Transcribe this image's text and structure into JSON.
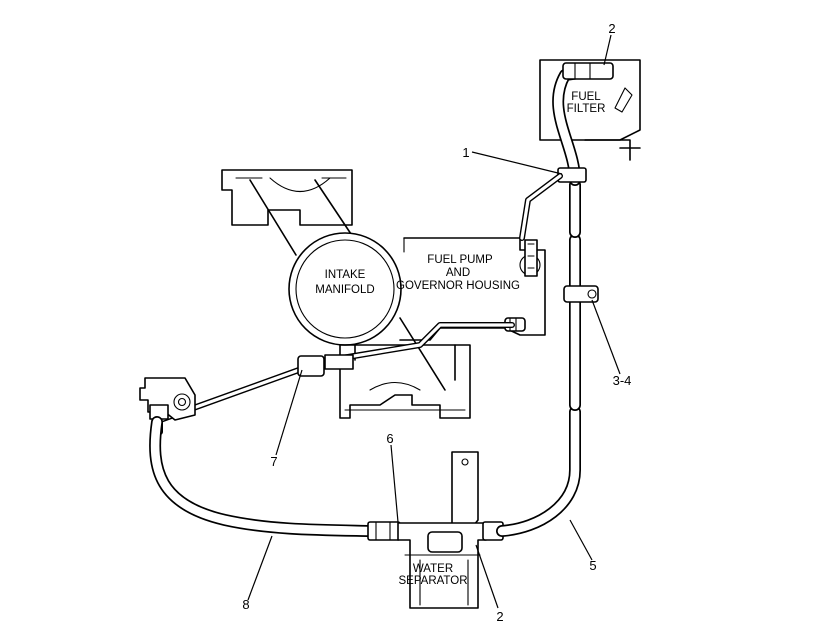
{
  "components": {
    "fuel_filter": [
      "FUEL",
      "FILTER"
    ],
    "intake_manifold": [
      "INTAKE",
      "MANIFOLD"
    ],
    "fuel_pump": [
      "FUEL PUMP",
      "AND",
      "GOVERNOR HOUSING"
    ],
    "water_separator": [
      "WATER",
      "SEPARATOR"
    ]
  },
  "callouts": {
    "c1": "1",
    "c2_top": "2",
    "c34": "3-4",
    "c5": "5",
    "c6": "6",
    "c7": "7",
    "c8": "8",
    "c2_bottom": "2"
  }
}
